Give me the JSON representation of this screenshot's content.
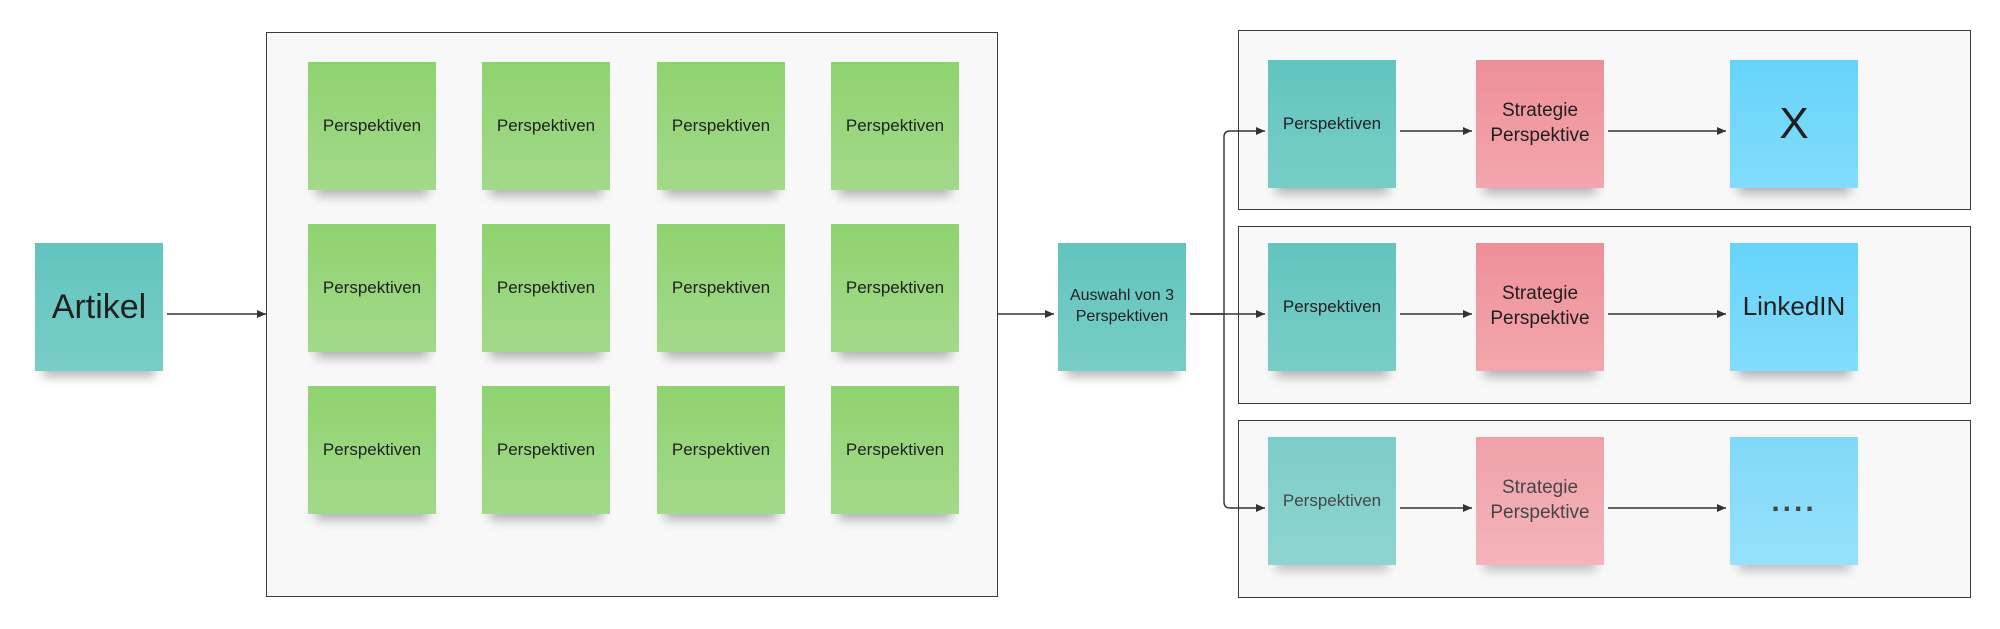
{
  "artikel": "Artikel",
  "perspectives_grid": [
    "Perspektiven",
    "Perspektiven",
    "Perspektiven",
    "Perspektiven",
    "Perspektiven",
    "Perspektiven",
    "Perspektiven",
    "Perspektiven",
    "Perspektiven",
    "Perspektiven",
    "Perspektiven",
    "Perspektiven"
  ],
  "selection": "Auswahl von 3 Perspektiven",
  "rows": [
    {
      "perspective": "Perspektiven",
      "strategy": "Strategie Perspektive",
      "channel": "X"
    },
    {
      "perspective": "Perspektiven",
      "strategy": "Strategie Perspektive",
      "channel": "LinkedIN"
    },
    {
      "perspective": "Perspektiven",
      "strategy": "Strategie Perspektive",
      "channel": "...."
    }
  ],
  "colors": {
    "green": "#8fd370",
    "teal": "#62c4bf",
    "red": "#ee8f98",
    "blue": "#66d3fa",
    "frame_border": "#3a3a3a",
    "arrow": "#333333"
  }
}
